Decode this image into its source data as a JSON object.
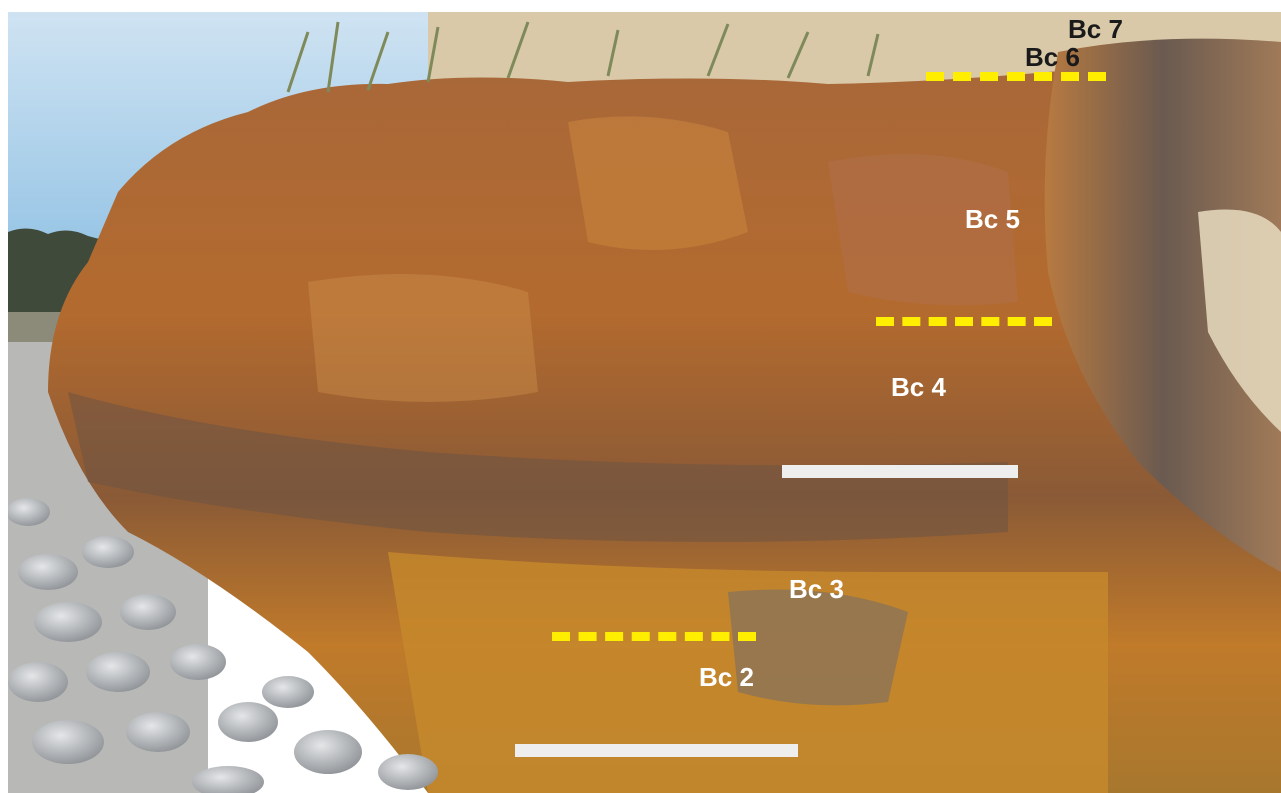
{
  "photo": {
    "subject": "",
    "labels": [
      {
        "id": "bc7",
        "text": "Bc 7"
      },
      {
        "id": "bc6",
        "text": "Bc 6"
      },
      {
        "id": "bc5",
        "text": "Bc 5"
      },
      {
        "id": "bc4",
        "text": "Bc 4"
      },
      {
        "id": "bc3",
        "text": "Bc 3"
      },
      {
        "id": "bc2",
        "text": "Bc 2"
      }
    ],
    "colors": {
      "boundary_dash": "#ffee00",
      "scale_bar": "#eeeeee",
      "label_light": "#ffffff",
      "label_dark": "#1a1a1a",
      "rock_ochre": "#b8682a",
      "rock_dark": "#5a5048",
      "sky": "#8fc3e6",
      "pebbles": "#c9ccd0"
    }
  }
}
